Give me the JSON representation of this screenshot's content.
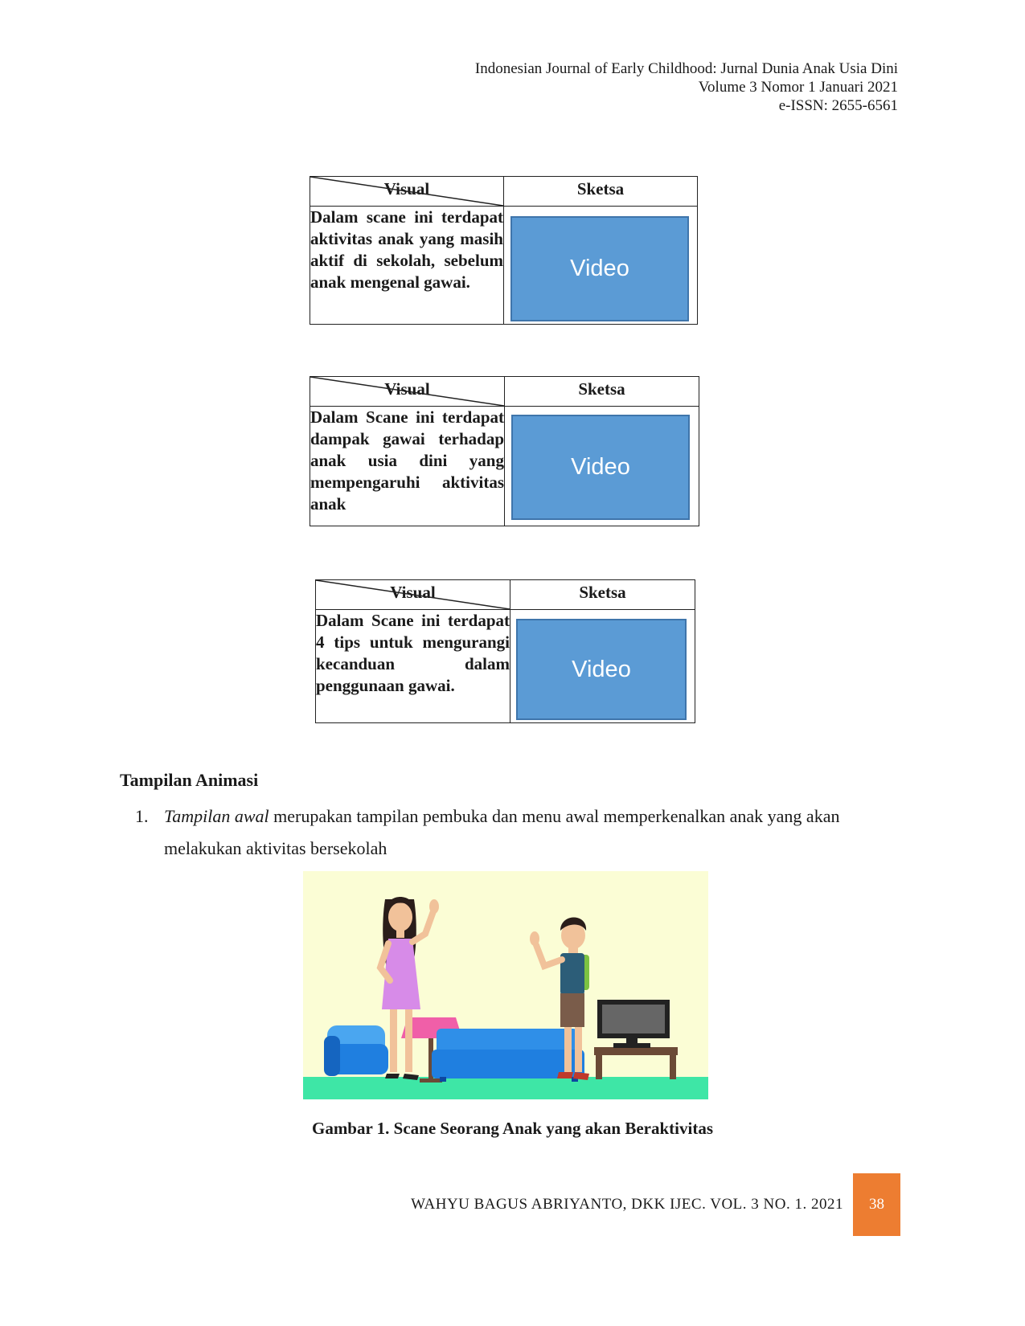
{
  "header": {
    "journal": "Indonesian Journal of Early Childhood: Jurnal Dunia Anak Usia Dini",
    "volume": "Volume 3 Nomor 1 Januari 2021",
    "issn": "e-ISSN: 2655-6561"
  },
  "tables": [
    {
      "header_visual": "Visual",
      "header_sketsa": "Sketsa",
      "description": "Dalam scane ini terdapat aktivitas anak yang masih aktif di sekolah, sebelum anak mengenal gawai.",
      "sketch_label": "Video"
    },
    {
      "header_visual": "Visual",
      "header_sketsa": "Sketsa",
      "description": "Dalam Scane ini terdapat dampak gawai terhadap anak usia dini yang mempengaruhi aktivitas anak",
      "sketch_label": "Video"
    },
    {
      "header_visual": "Visual",
      "header_sketsa": "Sketsa",
      "description": "Dalam Scane ini terdapat 4 tips untuk mengurangi kecanduan dalam penggunaan gawai.",
      "sketch_label": "Video"
    }
  ],
  "section": {
    "title": "Tampilan Animasi",
    "items": [
      {
        "number": "1.",
        "term": "Tampilan awal",
        "text": " merupakan tampilan pembuka dan menu awal memperkenalkan anak yang akan melakukan aktivitas bersekolah"
      }
    ]
  },
  "figure": {
    "caption": "Gambar 1. Scane Seorang Anak yang akan Beraktivitas",
    "colors": {
      "background": "#fbfdd5",
      "floor": "#3ee6a6",
      "sofa": "#1f7fe0",
      "lamp_shade": "#f05fa8",
      "woman_dress": "#d78be8",
      "tv_stand": "#6b4a36"
    }
  },
  "footer": {
    "text": "WAHYU BAGUS ABRIYANTO, DKK IJEC. VOL. 3 NO. 1. 2021",
    "page_number": "38",
    "accent_color": "#ed7d31"
  }
}
